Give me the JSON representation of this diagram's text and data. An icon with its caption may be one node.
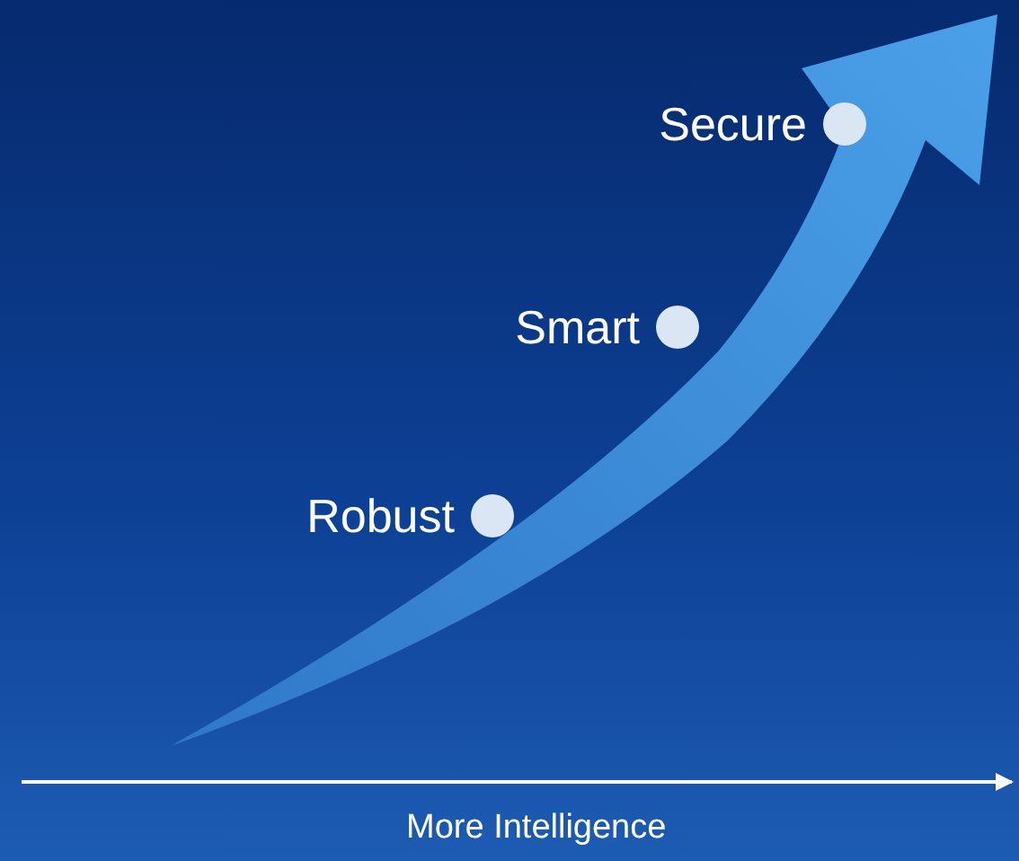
{
  "diagram": {
    "nodes": [
      {
        "text": [],
        "shape": "circle",
        "beside": [
          "Secure"
        ]
      },
      {
        "text": [],
        "shape": "circle",
        "beside": [
          "Smart"
        ]
      },
      {
        "text": [],
        "shape": "circle",
        "beside": [
          "Robust"
        ]
      }
    ],
    "labels": [
      "More Intelligence"
    ]
  }
}
